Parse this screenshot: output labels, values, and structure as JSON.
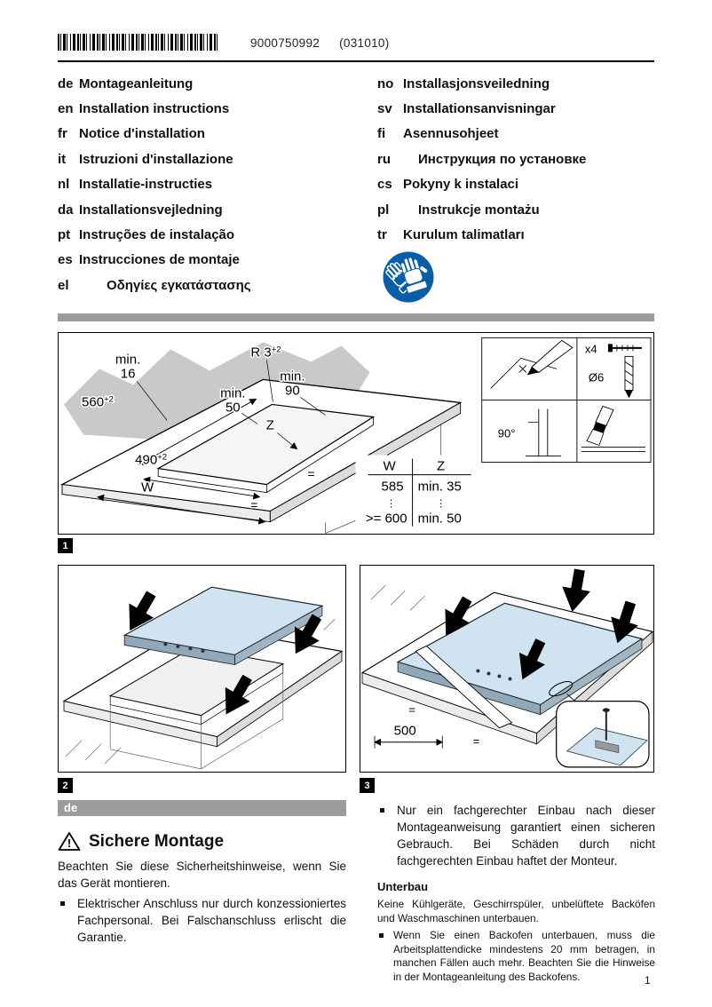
{
  "header": {
    "doc_number": "9000750992",
    "doc_code": "(031010)"
  },
  "languages": {
    "left": [
      {
        "code": "de",
        "label": "Montageanleitung"
      },
      {
        "code": "en",
        "label": "Installation instructions"
      },
      {
        "code": "fr",
        "label": "Notice d'installation"
      },
      {
        "code": "it",
        "label": "Istruzioni d'installazione"
      },
      {
        "code": "nl",
        "label": "Installatie-instructies"
      },
      {
        "code": "da",
        "label": "Installationsvejledning"
      },
      {
        "code": "pt",
        "label": "Instruções de instalação"
      },
      {
        "code": "es",
        "label": "Instrucciones de montaje"
      },
      {
        "code": "el",
        "label": "Οδηγίες εγκατάστασης"
      }
    ],
    "right": [
      {
        "code": "no",
        "label": "Installasjonsveiledning"
      },
      {
        "code": "sv",
        "label": "Installationsanvisningar"
      },
      {
        "code": "fi",
        "label": "Asennusohjeet"
      },
      {
        "code": "ru",
        "label": "Инструкция по установке"
      },
      {
        "code": "cs",
        "label": "Pokyny k instalaci"
      },
      {
        "code": "pl",
        "label": "Instrukcje montażu"
      },
      {
        "code": "tr",
        "label": "Kurulum talimatları"
      }
    ]
  },
  "icons": {
    "glove": "wear-protective-gloves",
    "warning": "!"
  },
  "figure1": {
    "badge": "1",
    "dims": {
      "min16_1": "min.",
      "min16_2": "16",
      "r": "R 3",
      "r_sup": "+2",
      "d560": "560",
      "d560_sup": "+2",
      "min90_1": "min.",
      "min90_2": "90",
      "min50_1": "min.",
      "min50_2": "50",
      "z": "Z",
      "d490": "490",
      "d490_sup": "+2",
      "w": "W",
      "eq1": "=",
      "eq2": "="
    },
    "table": {
      "hw": "W",
      "hz": "Z",
      "r1w": "585",
      "r1z": "min. 35",
      "dots": "⋮",
      "r2w": ">= 600",
      "r2z": "min. 50"
    },
    "details": {
      "x4": "x4",
      "dia": "Ø6",
      "angle": "90°"
    }
  },
  "figure2": {
    "badge": "2"
  },
  "figure3": {
    "badge": "3",
    "d500": "500",
    "eq1": "=",
    "eq2": "="
  },
  "section": {
    "lang_tag": "de"
  },
  "content": {
    "heading": "Sichere Montage",
    "intro": "Beachten Sie diese Sicherheitshinweise, wenn Sie das Gerät montieren.",
    "left_bullet": "Elektrischer Anschluss nur durch konzessioniertes Fachpersonal. Bei Falschanschluss erlischt die Garantie.",
    "right_bullet": "Nur ein fachgerechter Einbau nach dieser Montageanweisung garantiert einen sicheren Gebrauch. Bei Schäden durch nicht fachgerechten Einbau haftet der Monteur.",
    "sub_heading": "Unterbau",
    "sub_para": "Keine Kühlgeräte, Geschirrspüler, unbelüftete Backöfen und Waschmaschinen unterbauen.",
    "sub_bullet": "Wenn Sie einen Backofen unterbauen, muss die Arbeitsplattendicke mindestens 20 mm betragen, in manchen Fällen auch mehr. Beachten Sie die Hinweise in der Montageanleitung des Backofens."
  },
  "footer": {
    "page": "1"
  },
  "colors": {
    "mandatory_blue": "#0a5ea8",
    "hob_surface": "#cfe3f0",
    "bar_gray": "#9c9c9c"
  }
}
